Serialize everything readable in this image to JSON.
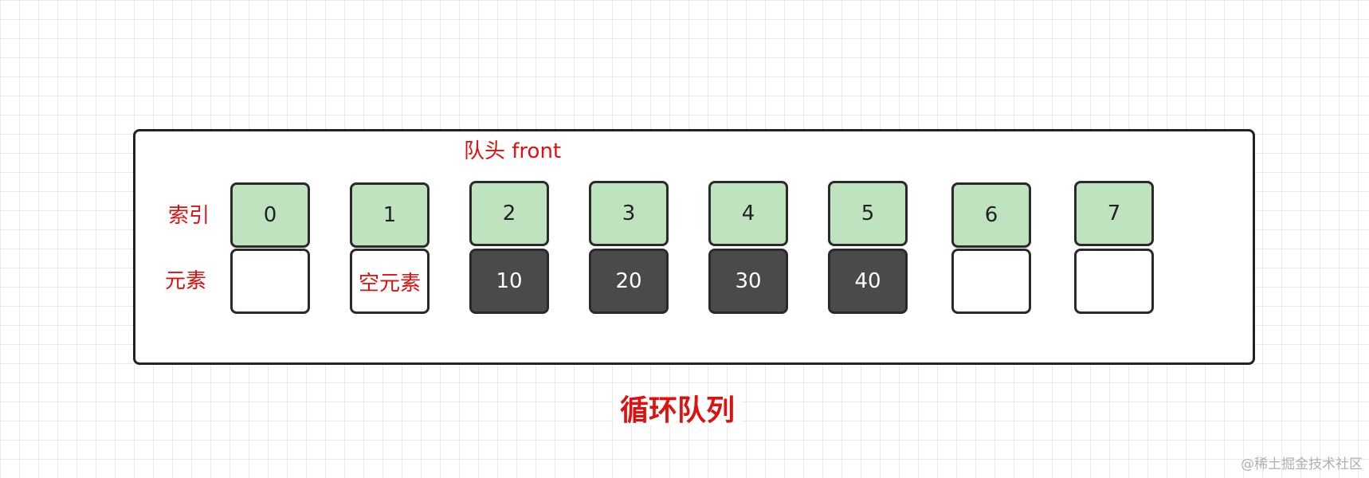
{
  "front_label": "队头 front",
  "row_labels": {
    "index": "索引",
    "element": "元素"
  },
  "cells": [
    {
      "index": "0",
      "element": "",
      "state": "empty"
    },
    {
      "index": "1",
      "element": "空元素",
      "state": "empty"
    },
    {
      "index": "2",
      "element": "10",
      "state": "filled"
    },
    {
      "index": "3",
      "element": "20",
      "state": "filled"
    },
    {
      "index": "4",
      "element": "30",
      "state": "filled"
    },
    {
      "index": "5",
      "element": "40",
      "state": "filled"
    },
    {
      "index": "6",
      "element": "",
      "state": "empty"
    },
    {
      "index": "7",
      "element": "",
      "state": "empty"
    }
  ],
  "title": "循环队列",
  "watermark": "@稀土掘金技术社区",
  "colors": {
    "accent_red": "#e01010",
    "index_fill": "#bfe3bf",
    "filled_fill": "#4a4a4a",
    "border": "#2a2a2a"
  }
}
